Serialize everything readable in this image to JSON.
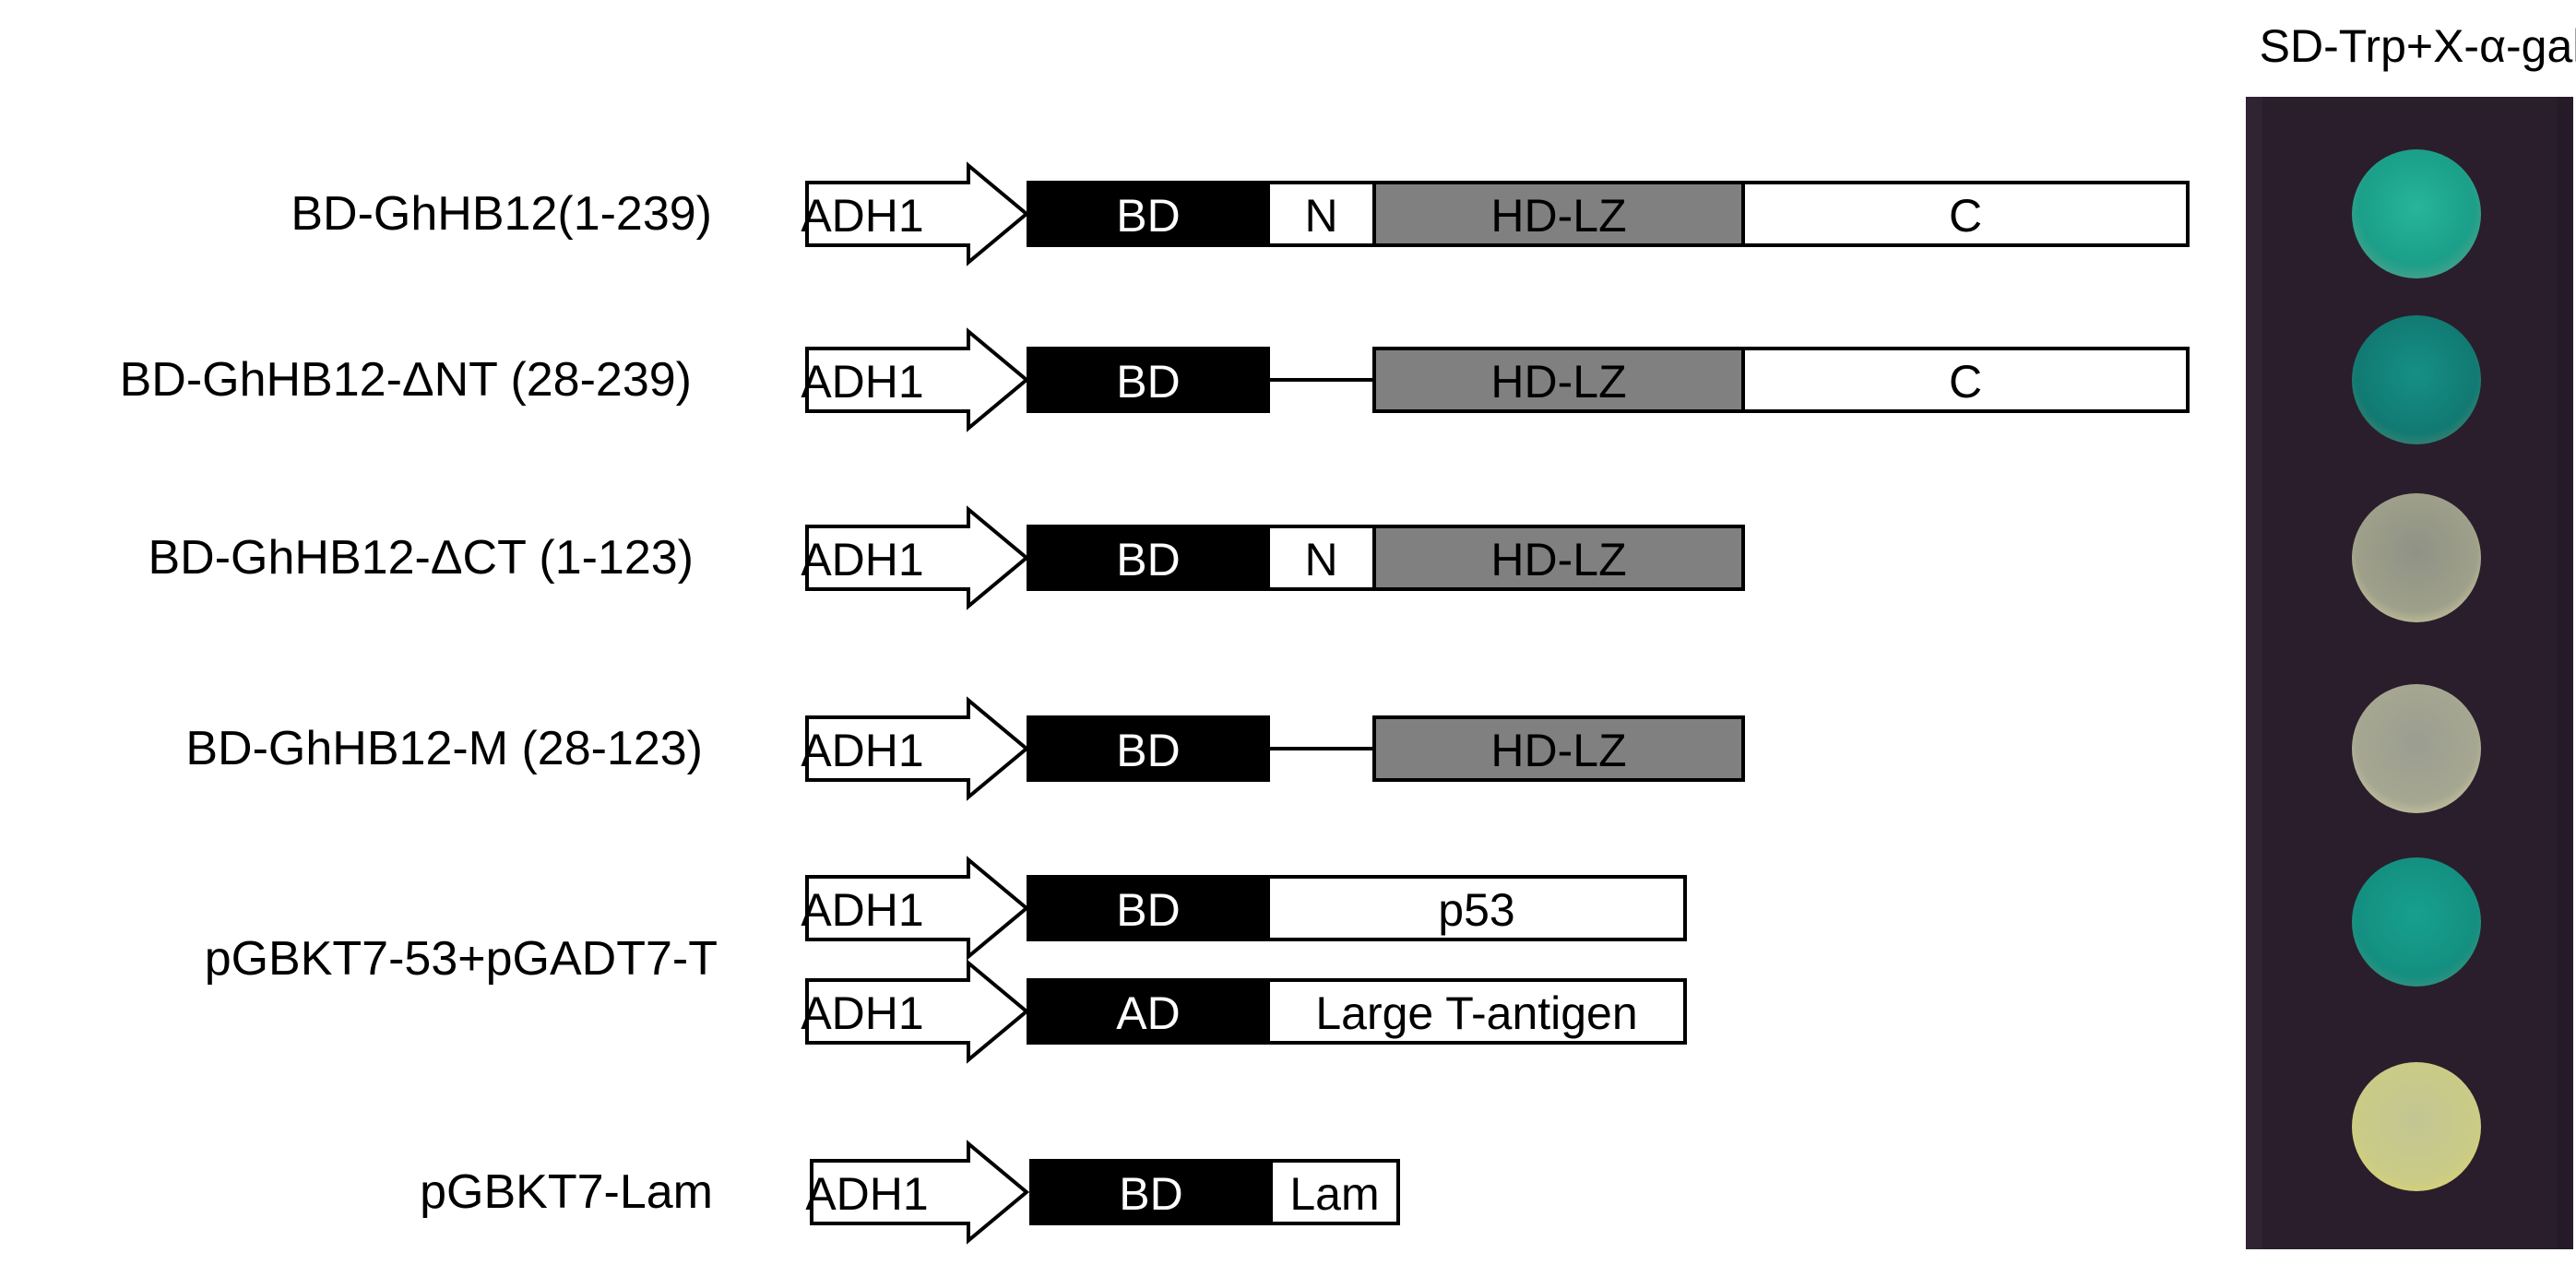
{
  "plate": {
    "title": "SD-Trp+X-α-gal"
  },
  "colors": {
    "bd_fill": "#000000",
    "hdlz_fill": "#808080",
    "white_fill": "#ffffff",
    "plate_bg": "#2a1e2c",
    "spot_blue": "#1a9a88",
    "spot_pale": "#a7a68d",
    "spot_yellow": "#c6c884"
  },
  "constructs": [
    {
      "id": "bd-ghhb12-full",
      "label": "BD-GhHB12(1-239)",
      "promoter": "ADH1",
      "segments": [
        {
          "text": "BD",
          "kind": "black"
        },
        {
          "text": "N",
          "kind": "white"
        },
        {
          "text": "HD-LZ",
          "kind": "gray"
        },
        {
          "text": "C",
          "kind": "white"
        }
      ],
      "plate_result": "blue"
    },
    {
      "id": "bd-ghhb12-dnt",
      "label": "BD-GhHB12-ΔNT (28-239)",
      "promoter": "ADH1",
      "segments": [
        {
          "text": "BD",
          "kind": "black"
        },
        {
          "text": "",
          "kind": "linker"
        },
        {
          "text": "HD-LZ",
          "kind": "gray"
        },
        {
          "text": "C",
          "kind": "white"
        }
      ],
      "plate_result": "blue"
    },
    {
      "id": "bd-ghhb12-dct",
      "label": "BD-GhHB12-ΔCT (1-123)",
      "promoter": "ADH1",
      "segments": [
        {
          "text": "BD",
          "kind": "black"
        },
        {
          "text": "N",
          "kind": "white"
        },
        {
          "text": "HD-LZ",
          "kind": "gray"
        }
      ],
      "plate_result": "pale"
    },
    {
      "id": "bd-ghhb12-m",
      "label": "BD-GhHB12-M (28-123)",
      "promoter": "ADH1",
      "segments": [
        {
          "text": "BD",
          "kind": "black"
        },
        {
          "text": "",
          "kind": "linker"
        },
        {
          "text": "HD-LZ",
          "kind": "gray"
        }
      ],
      "plate_result": "pale"
    },
    {
      "id": "positive-control",
      "label": "pGBKT7-53+pGADT7-T",
      "lines": [
        {
          "promoter": "ADH1",
          "segments": [
            {
              "text": "BD",
              "kind": "black"
            },
            {
              "text": "p53",
              "kind": "white"
            }
          ]
        },
        {
          "promoter": "ADH1",
          "segments": [
            {
              "text": "AD",
              "kind": "black"
            },
            {
              "text": "Large T-antigen",
              "kind": "white"
            }
          ]
        }
      ],
      "plate_result": "blue"
    },
    {
      "id": "negative-control",
      "label": "pGBKT7-Lam",
      "promoter": "ADH1",
      "segments": [
        {
          "text": "BD",
          "kind": "black"
        },
        {
          "text": "Lam",
          "kind": "white"
        }
      ],
      "plate_result": "yellow"
    }
  ]
}
